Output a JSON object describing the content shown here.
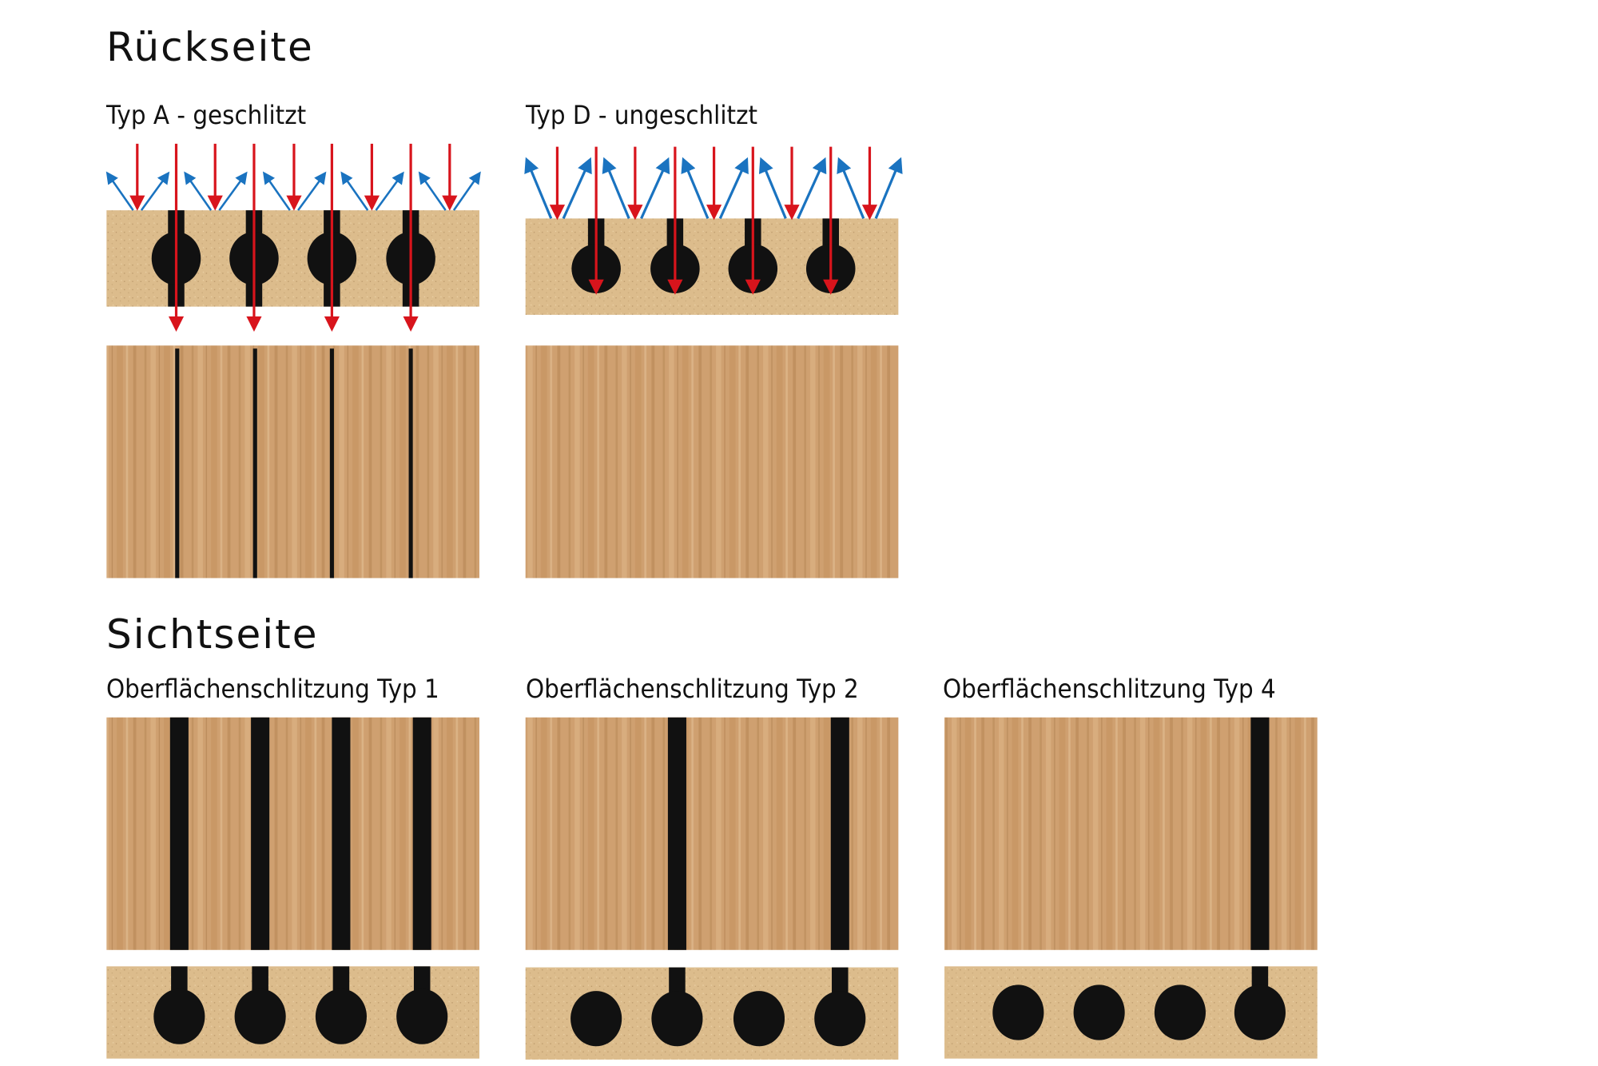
{
  "back": {
    "heading": "Rückseite",
    "type_a_label": "Typ A - geschlitzt",
    "type_d_label": "Typ D - ungeschlitzt"
  },
  "front": {
    "heading": "Sichtseite",
    "type1_label": "Oberflächenschlitzung Typ 1",
    "type2_label": "Oberflächenschlitzung Typ 2",
    "type4_label": "Oberflächenschlitzung Typ 4"
  },
  "colors": {
    "wood": "#cfa070",
    "board": "#dcbc8c",
    "slot": "#111111",
    "incident_arrow": "#d8141c",
    "reflected_arrow": "#1a73c0"
  }
}
